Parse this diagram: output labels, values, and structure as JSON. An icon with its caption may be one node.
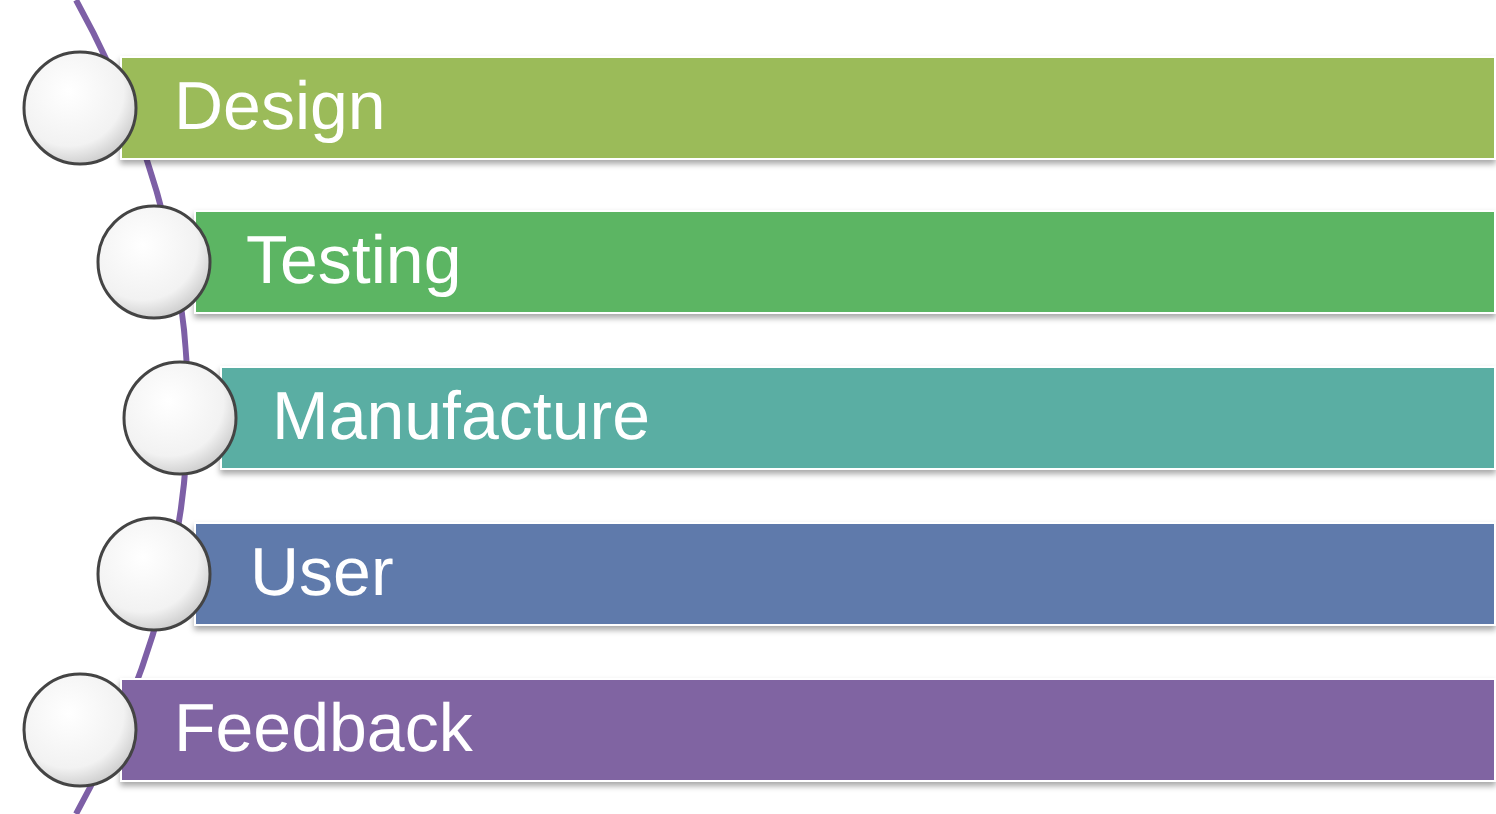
{
  "diagram": {
    "nodes": [
      {
        "text": [
          "Design"
        ]
      },
      {
        "text": [
          "Testing"
        ]
      },
      {
        "text": [
          "Manufacture"
        ]
      },
      {
        "text": [
          "User"
        ]
      },
      {
        "text": [
          "Feedback"
        ]
      }
    ]
  }
}
